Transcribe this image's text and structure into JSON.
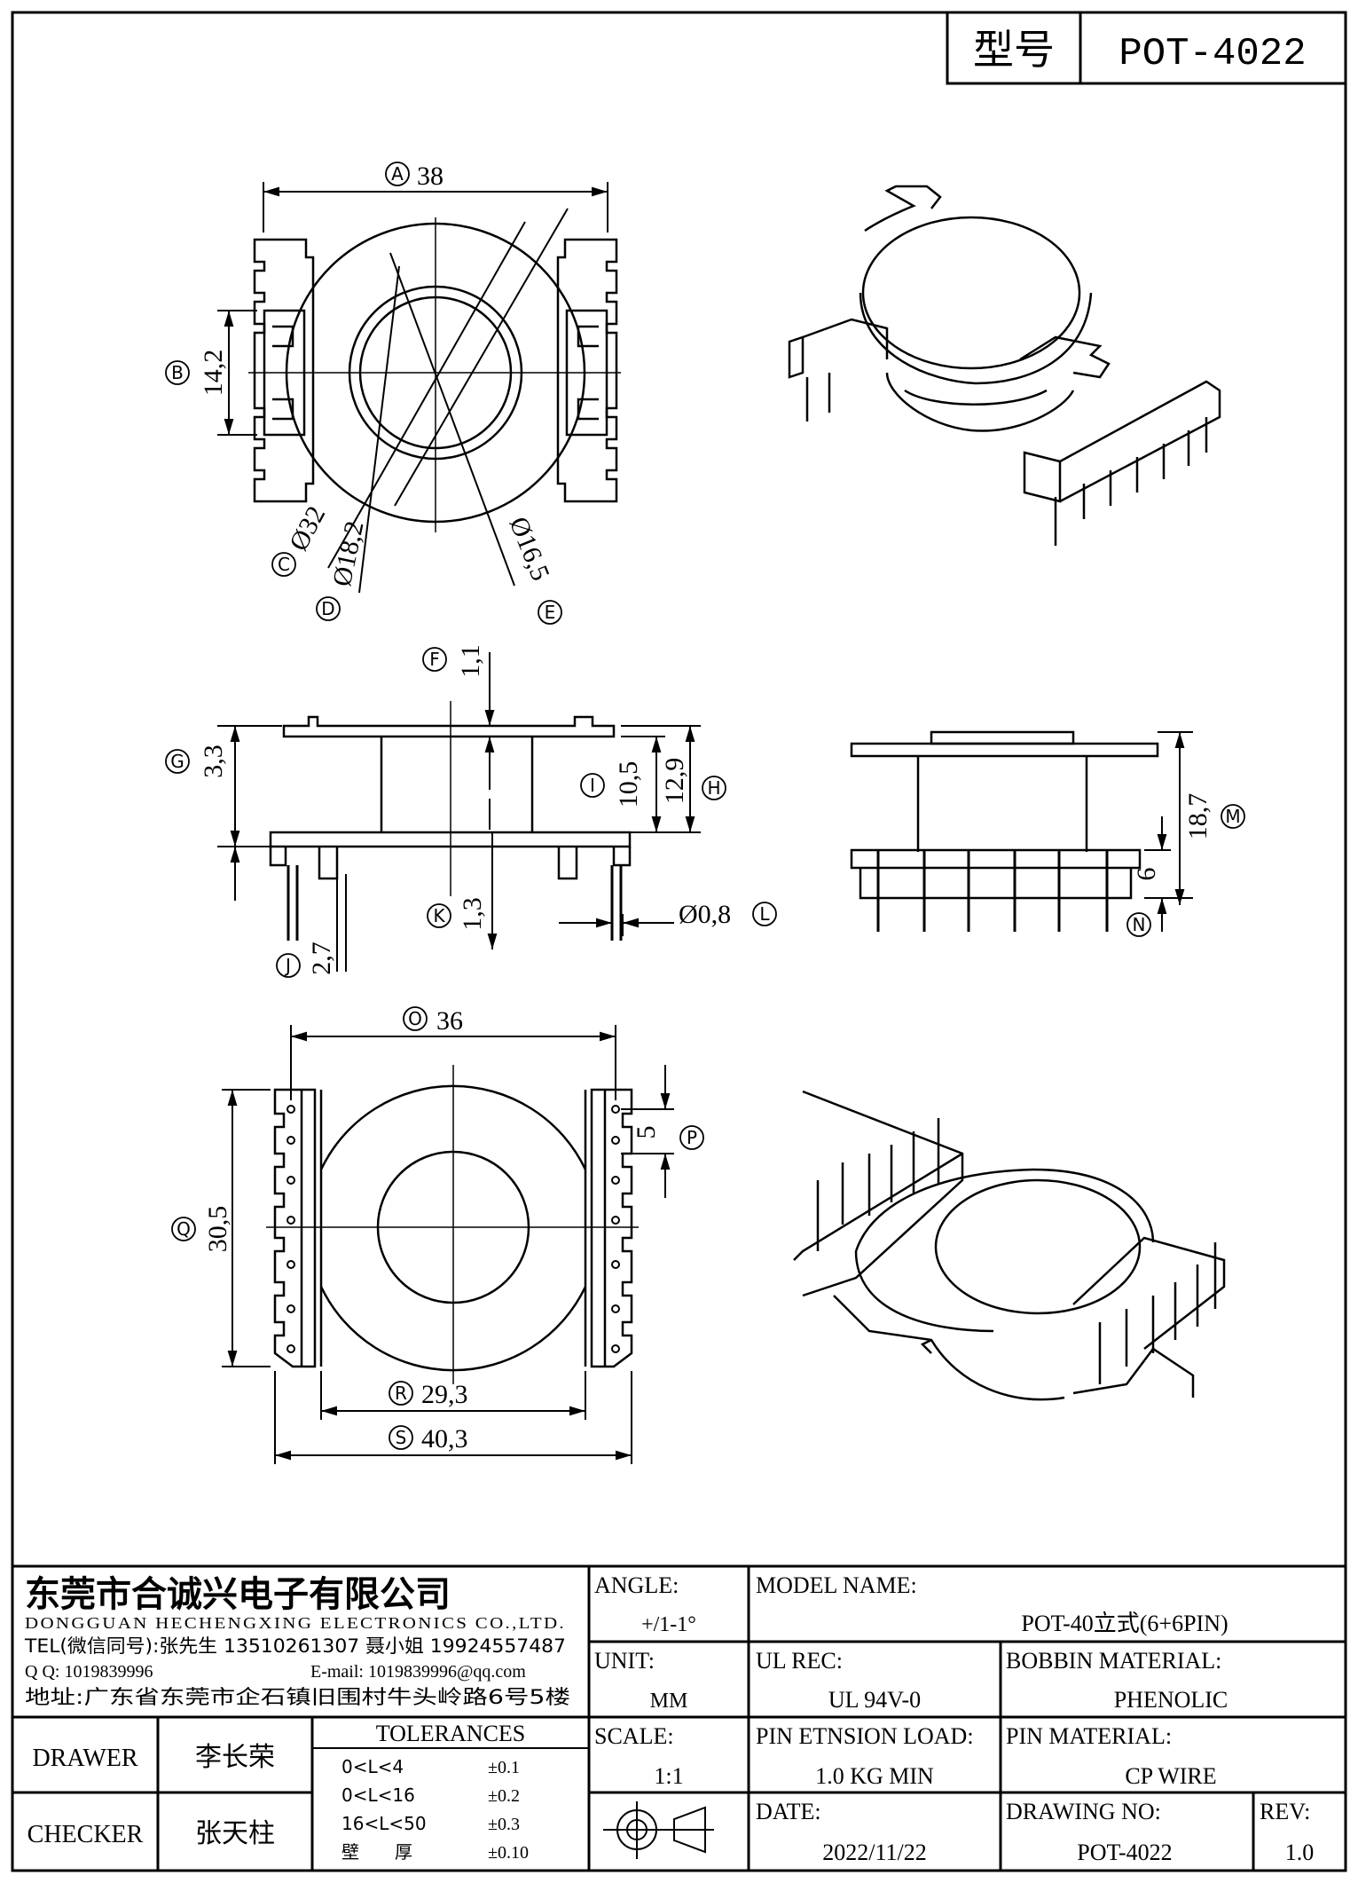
{
  "model_box": {
    "label": "型号",
    "value": "POT-4022"
  },
  "dimensions": [
    {
      "letter": "A",
      "value": "38"
    },
    {
      "letter": "B",
      "value": "14,2"
    },
    {
      "letter": "C",
      "value": "Ø32"
    },
    {
      "letter": "D",
      "value": "Ø18,2"
    },
    {
      "letter": "E",
      "value": "Ø16,5"
    },
    {
      "letter": "F",
      "value": "1,1"
    },
    {
      "letter": "G",
      "value": "3,3"
    },
    {
      "letter": "H",
      "value": "12,9"
    },
    {
      "letter": "I",
      "value": "10,5"
    },
    {
      "letter": "J",
      "value": "2,7"
    },
    {
      "letter": "K",
      "value": "1,3"
    },
    {
      "letter": "L",
      "value": "Ø0,8"
    },
    {
      "letter": "M",
      "value": "18,7"
    },
    {
      "letter": "N",
      "value": "6"
    },
    {
      "letter": "O",
      "value": "36"
    },
    {
      "letter": "P",
      "value": "5"
    },
    {
      "letter": "Q",
      "value": "30,5"
    },
    {
      "letter": "R",
      "value": "29,3"
    },
    {
      "letter": "S",
      "value": "40,3"
    }
  ],
  "company": {
    "name_cn": "东莞市合诚兴电子有限公司",
    "name_en": "DONGGUAN HECHENGXING ELECTRONICS CO.,LTD.",
    "tel": "TEL(微信同号):张先生 13510261307 聂小姐 19924557487",
    "qq": "Q Q: 1019839996",
    "email": "E-mail: 1019839996@qq.com",
    "address": "地址:广东省东莞市企石镇旧围村牛头岭路6号5楼"
  },
  "title_block": {
    "angle_label": "ANGLE:",
    "angle_value": "+/1-1°",
    "unit_label": "UNIT:",
    "unit_value": "MM",
    "scale_label": "SCALE:",
    "scale_value": "1:1",
    "model_name_label": "MODEL NAME:",
    "model_name_value": "POT-40立式(6+6PIN)",
    "ul_label": "UL REC:",
    "ul_value": "UL 94V-0",
    "bobbin_label": "BOBBIN MATERIAL:",
    "bobbin_value": "PHENOLIC",
    "pin_tension_label": "PIN ETNSION LOAD:",
    "pin_tension_value": "1.0 KG MIN",
    "pin_material_label": "PIN MATERIAL:",
    "pin_material_value": "CP WIRE",
    "date_label": "DATE:",
    "date_value": "2022/11/22",
    "drawing_no_label": "DRAWING NO:",
    "drawing_no_value": "POT-4022",
    "rev_label": "REV:",
    "rev_value": "1.0",
    "drawer_label": "DRAWER",
    "drawer_value": "李长荣",
    "checker_label": "CHECKER",
    "checker_value": "张天柱",
    "tolerances_label": "TOLERANCES",
    "tolerances": [
      {
        "range": "0<L<4",
        "value": "±0.1"
      },
      {
        "range": "0<L<16",
        "value": "±0.2"
      },
      {
        "range": "16<L<50",
        "value": "±0.3"
      },
      {
        "range": "壁　　厚",
        "value": "±0.10"
      }
    ]
  }
}
